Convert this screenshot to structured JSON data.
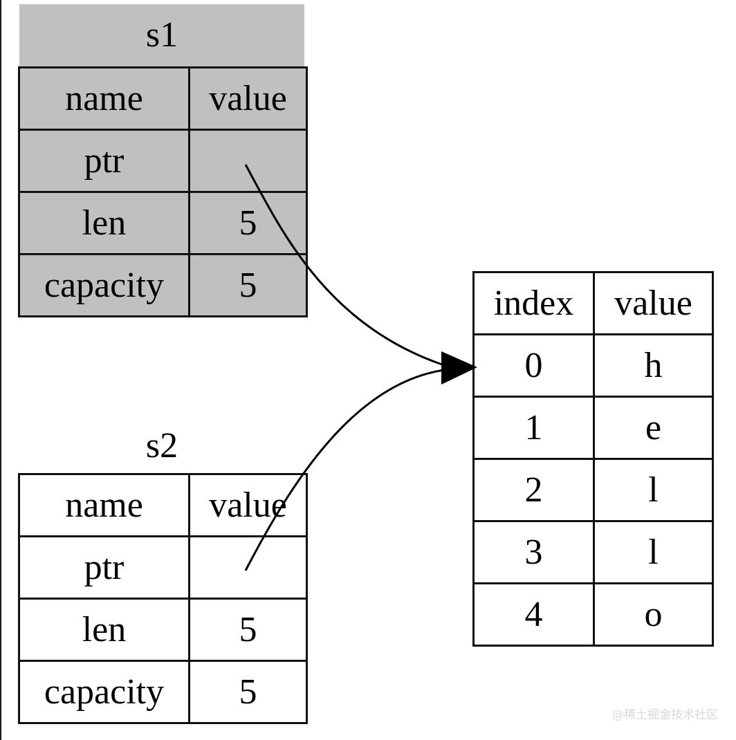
{
  "s1": {
    "title": "s1",
    "header": {
      "name": "name",
      "value": "value"
    },
    "rows": [
      {
        "name": "ptr",
        "value": ""
      },
      {
        "name": "len",
        "value": "5"
      },
      {
        "name": "capacity",
        "value": "5"
      }
    ],
    "fill": "#c0c0c0"
  },
  "s2": {
    "title": "s2",
    "header": {
      "name": "name",
      "value": "value"
    },
    "rows": [
      {
        "name": "ptr",
        "value": ""
      },
      {
        "name": "len",
        "value": "5"
      },
      {
        "name": "capacity",
        "value": "5"
      }
    ],
    "fill": "#ffffff"
  },
  "heap": {
    "header": {
      "index": "index",
      "value": "value"
    },
    "rows": [
      {
        "index": "0",
        "value": "h"
      },
      {
        "index": "1",
        "value": "e"
      },
      {
        "index": "2",
        "value": "l"
      },
      {
        "index": "3",
        "value": "l"
      },
      {
        "index": "4",
        "value": "o"
      }
    ]
  },
  "edges": [
    {
      "from": "s1.ptr",
      "to": "heap.0"
    },
    {
      "from": "s2.ptr",
      "to": "heap.0"
    }
  ],
  "watermark": "@稀土掘金技术社区"
}
